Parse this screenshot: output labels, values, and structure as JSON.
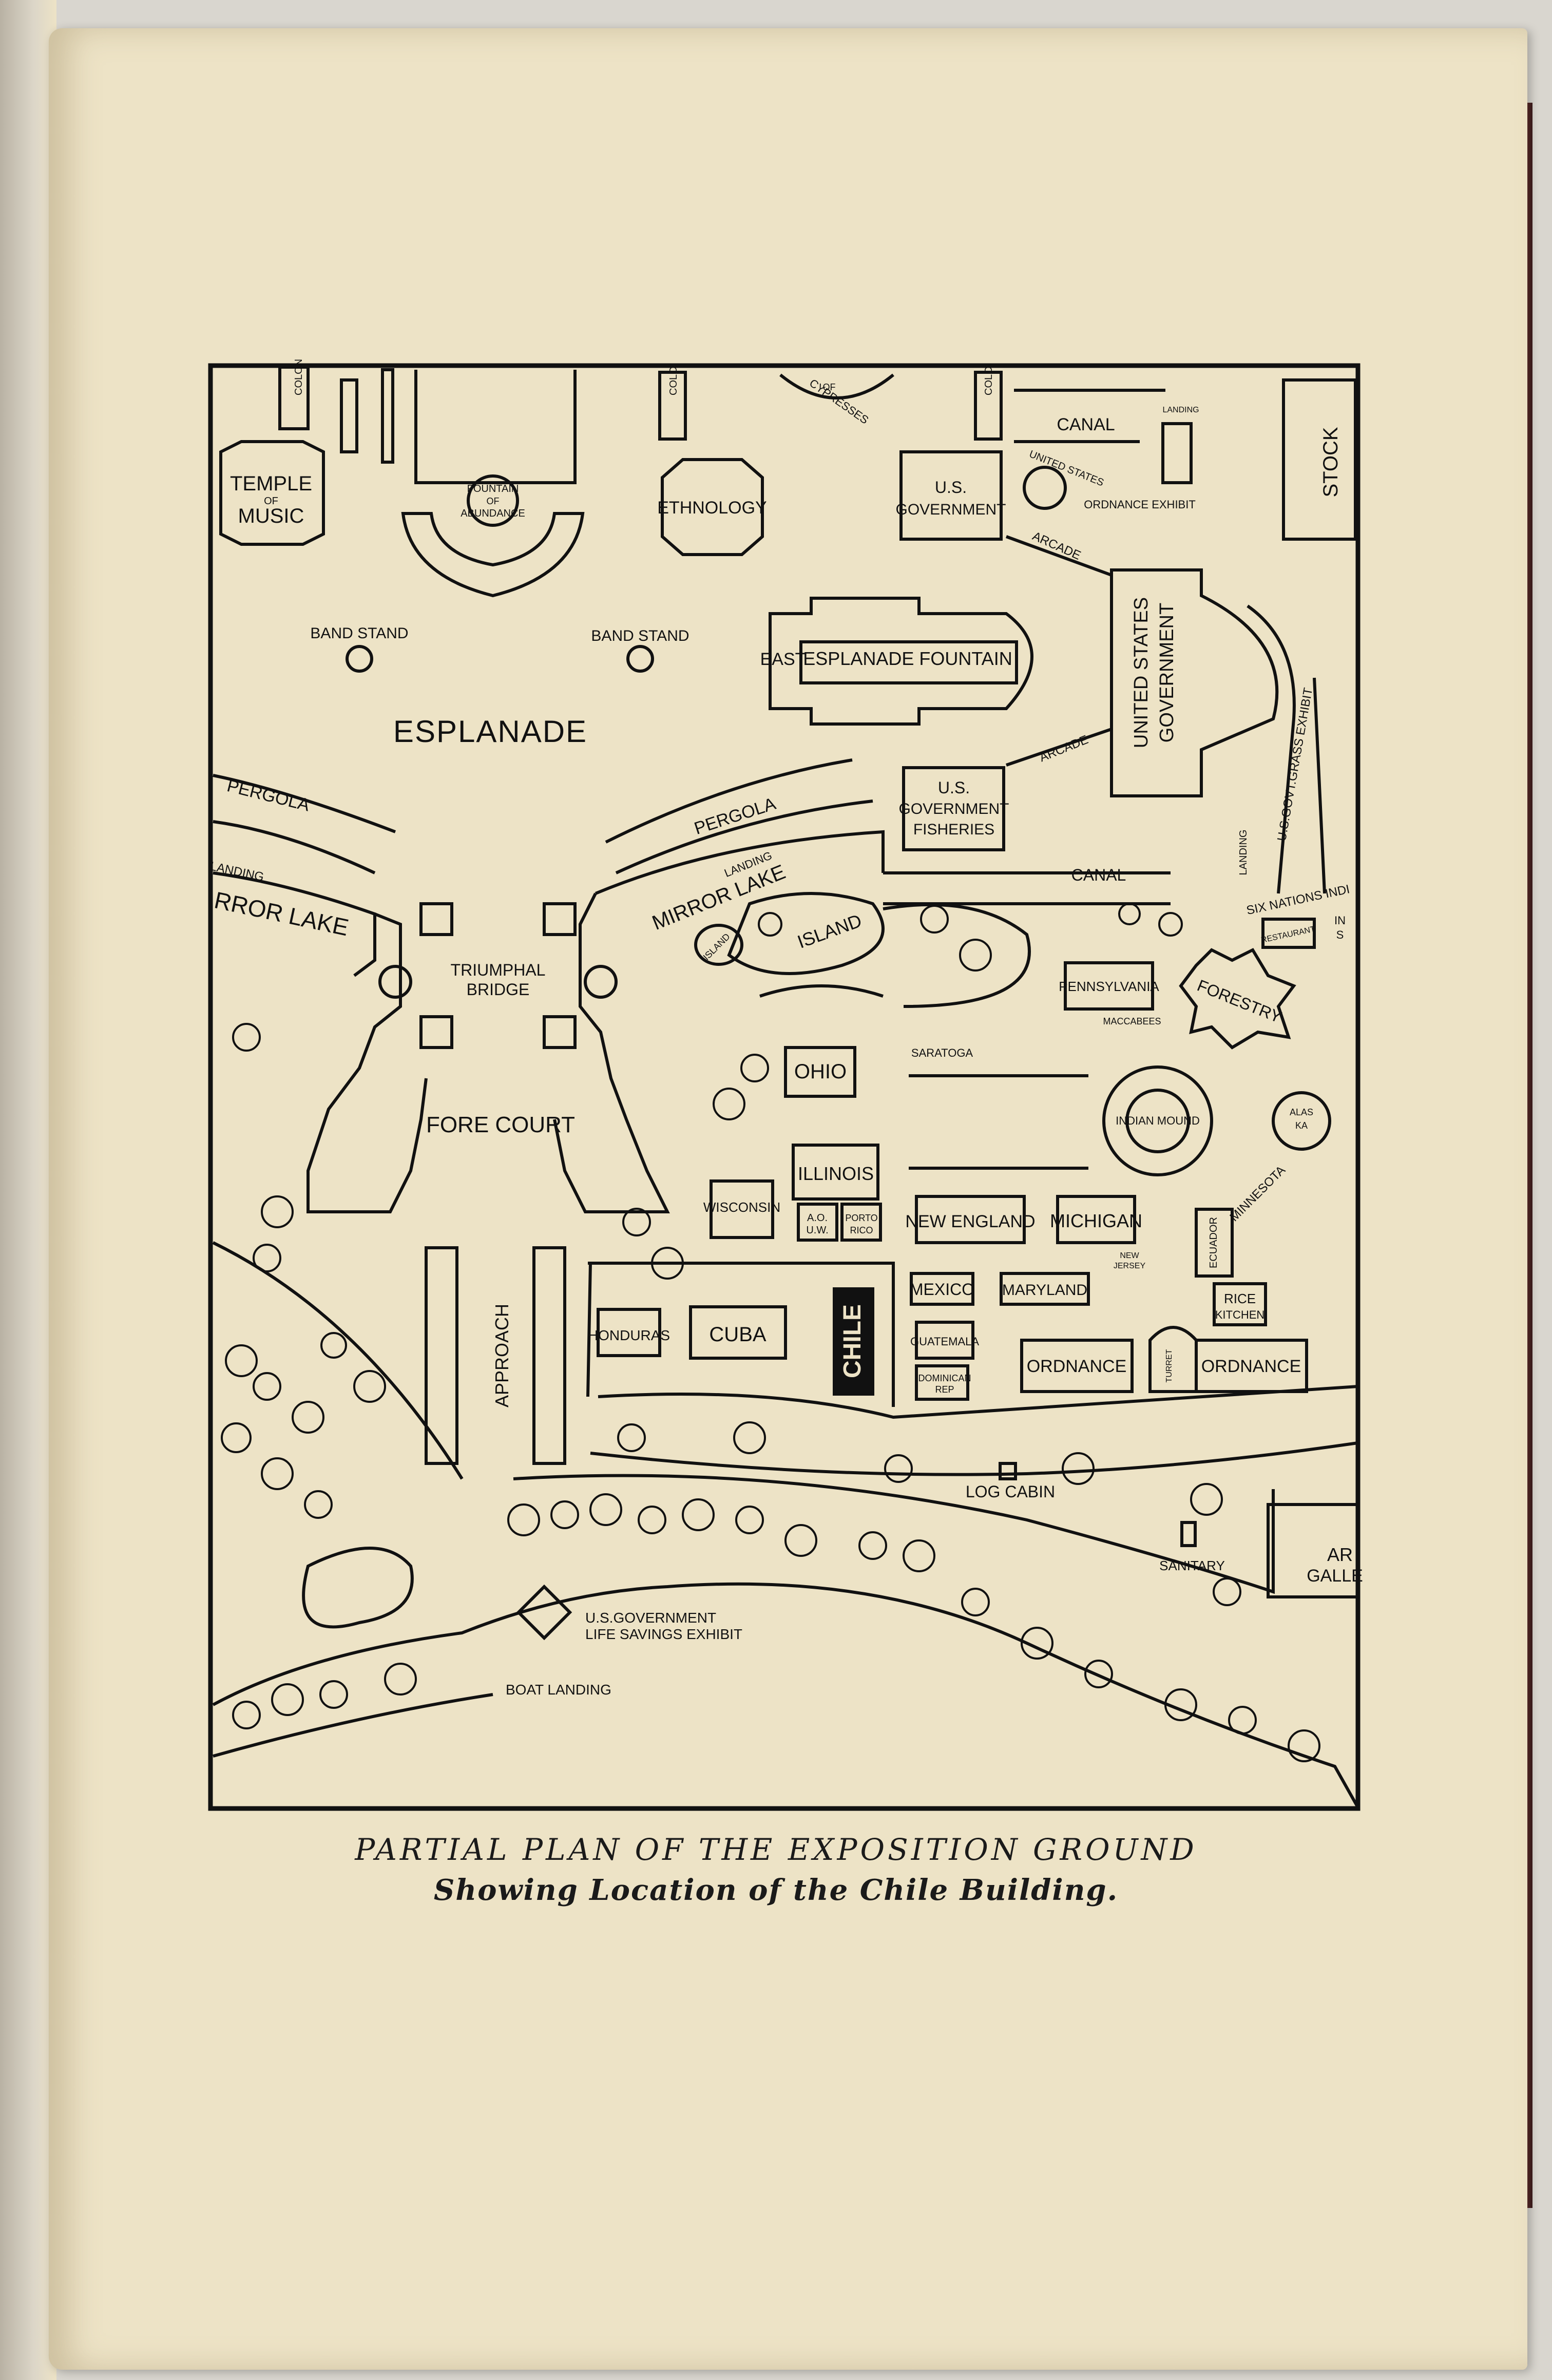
{
  "caption": {
    "line1": "PARTIAL PLAN OF THE EXPOSITION GROUND",
    "line2": "Showing Location of the Chile Building."
  },
  "map": {
    "labels": {
      "temple_of_music": [
        "TEMPLE",
        "OF",
        "MUSIC"
      ],
      "colonnade_left": "COLON",
      "fountain_of_abundance": [
        "FOUNTAIN",
        "OF",
        "ABUNDANCE"
      ],
      "ethnology": "ETHNOLOGY",
      "court_of_cypresses": [
        "OF",
        "CYPRESSES"
      ],
      "colonnade_mid": "COLO",
      "colonnade_mid2": "COLO",
      "us_government_top": [
        "U.S.",
        "GOVERNMENT"
      ],
      "canal_top": "CANAL",
      "landing_top": "LANDING",
      "united_states_small": "UNITED STATES",
      "ordnance_exhibit": "ORDNANCE EXHIBIT",
      "stock": "STOCK",
      "band_stand_left": "BAND STAND",
      "band_stand_right": "BAND STAND",
      "east": "EAST",
      "esplanade_fountain": "ESPLANADE FOUNTAIN",
      "arcade_upper": "ARCADE",
      "arcade_lower": "ARCADE",
      "united_states_government": [
        "UNITED STATES",
        "GOVERNMENT"
      ],
      "esplanade": "ESPLANADE",
      "pergola_left": "PERGOLA",
      "pergola_right": "PERGOLA",
      "us_government_fisheries": [
        "U.S.",
        "GOVERNMENT",
        "FISHERIES"
      ],
      "grass_exhibit": "U.S.GOVT.GRASS EXHIBIT",
      "landing_right": "LANDING",
      "landing_left": "LANDING",
      "mirror_lake_left": "RROR LAKE",
      "mirror_lake": "MIRROR LAKE",
      "landing_mirror": "LANDING",
      "canal_mid": "CANAL",
      "six_nations": "SIX NATIONS INDI",
      "restaurant": "RESTAURANT",
      "island_small": "ISLAND",
      "island": "ISLAND",
      "triumphal_bridge": [
        "TRIUMPHAL",
        "BRIDGE"
      ],
      "pennsylvania": "PENNSYLVANIA",
      "forestry": "FORESTRY",
      "maccabees": "MACCABEES",
      "saratoga": "SARATOGA",
      "ohio": "OHIO",
      "indian_mound": "INDIAN MOUND",
      "alaska": [
        "ALAS",
        "KA"
      ],
      "fore_court": "FORE COURT",
      "illinois": "ILLINOIS",
      "wisconsin": "WISCONSIN",
      "aouw": [
        "A.O.",
        "U.W."
      ],
      "porto_rico": [
        "PORTO",
        "RICO"
      ],
      "new_england": "NEW ENGLAND",
      "michigan": "MICHIGAN",
      "minnesota": "MINNESOTA",
      "new_jersey": [
        "NEW",
        "JERSEY"
      ],
      "ecuador": "ECUADOR",
      "mexico": "MEXICO",
      "maryland": "MARYLAND",
      "rice_kitchen": [
        "RICE",
        "KITCHEN"
      ],
      "approach": "APPROACH",
      "honduras": "HONDURAS",
      "cuba": "CUBA",
      "chile": "CHILE",
      "guatemala": "GUATEMALA",
      "dominican_rep": [
        "DOMINICAN",
        "REP"
      ],
      "ordnance_left": "ORDNANCE",
      "ordnance_right": "ORDNANCE",
      "turret": "TURRET",
      "log_cabin": "LOG CABIN",
      "sanitary": "SANITARY",
      "art_gallery": [
        "AR",
        "GALLE"
      ],
      "life_savings": [
        "U.S.GOVERNMENT",
        "LIFE SAVINGS EXHIBIT"
      ],
      "boat_landing": "BOAT LANDING",
      "in_partial": [
        "IN",
        "S"
      ]
    }
  },
  "colors": {
    "paper": "#ede3c6",
    "ink": "#111111"
  }
}
